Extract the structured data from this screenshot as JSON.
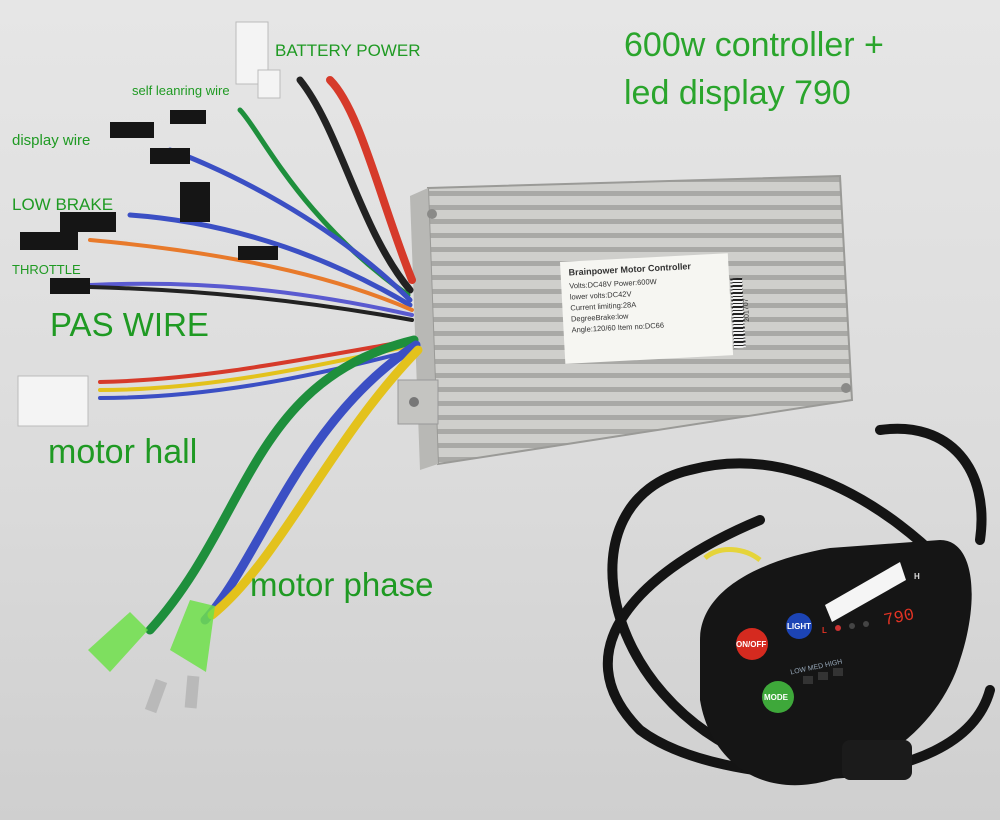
{
  "title": {
    "line1": "600w controller +",
    "line2": "led display 790"
  },
  "labels": {
    "battery_power": "BATTERY POWER",
    "self_learning": "self leanring wire",
    "display_wire": "display wire",
    "low_brake": "LOW BRAKE",
    "throttle": "THROTTLE",
    "pas_wire": "PAS WIRE",
    "motor_hall": "motor hall",
    "motor_phase": "motor phase"
  },
  "sticker": {
    "title": "Brainpower Motor Controller",
    "line1": "Volts:DC48V   Power:600W",
    "line2": "lower volts:DC42V",
    "line3": "Current limiting:28A",
    "line4": "DegreeBrake:low",
    "line5": "Angle:120/60   Item no:DC66",
    "serial": "201707"
  },
  "display": {
    "readout": "790",
    "on_off": "ON/OFF",
    "light": "LIGHT",
    "mode": "MODE",
    "levels": "LOW MED HIGH",
    "h_mark": "H",
    "l_mark": "L"
  },
  "colors": {
    "label_green": "#1f9a23",
    "controller_body": "#c9c9c6",
    "display_body": "#151515",
    "readout_red": "#e23324",
    "wire_red": "#d63a2a",
    "wire_green": "#1e8f3c",
    "wire_blue": "#3b4fc4",
    "wire_yellow": "#e3c21c",
    "connector_green": "#6fe04a"
  }
}
